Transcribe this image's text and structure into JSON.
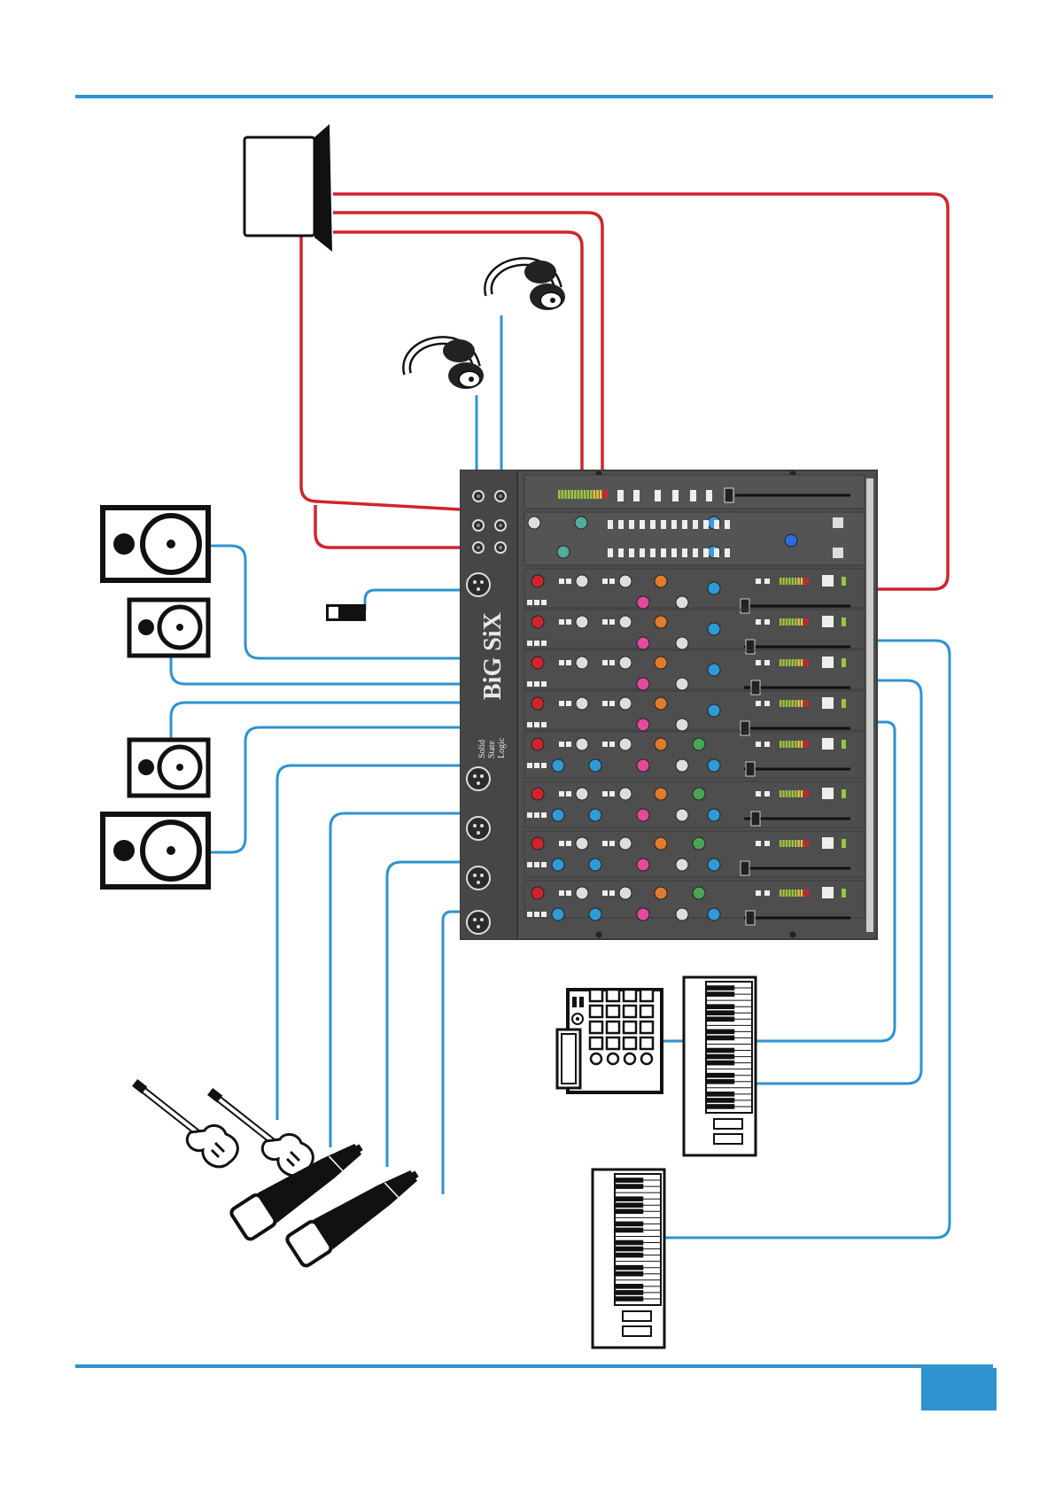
{
  "diagram": {
    "accent_blue": "#2e93cf",
    "cable_red": "#d0242c",
    "cable_blue": "#2e93cf",
    "console_color": "#505050",
    "console": {
      "brand_big": "BiG SiX",
      "brand_small": [
        "Solid",
        "State",
        "Logic"
      ]
    },
    "icons": {
      "computer": "laptop-icon",
      "headphones": "headphones-icon",
      "speaker": "studio-monitor-icon",
      "guitar": "electric-guitar-icon",
      "microphone": "microphone-icon",
      "drum_machine": "drum-machine-icon",
      "keyboard": "keyboard-icon",
      "footswitch": "footswitch-icon"
    }
  }
}
